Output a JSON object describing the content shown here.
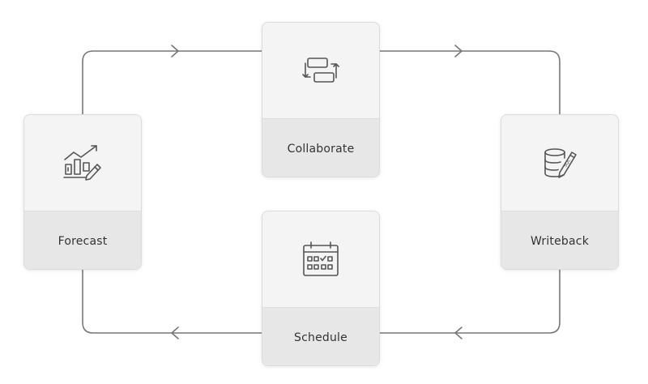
{
  "steps": [
    {
      "id": "collaborate",
      "label": "Collaborate",
      "icon": "collaborate-icon"
    },
    {
      "id": "writeback",
      "label": "Writeback",
      "icon": "database-sql-icon"
    },
    {
      "id": "schedule",
      "label": "Schedule",
      "icon": "calendar-icon"
    },
    {
      "id": "forecast",
      "label": "Forecast",
      "icon": "forecast-chart-icon"
    }
  ],
  "colors": {
    "line": "#777777",
    "icon": "#555555",
    "card": "#f4f4f4",
    "label_band": "#e7e7e7",
    "text": "#333333"
  }
}
